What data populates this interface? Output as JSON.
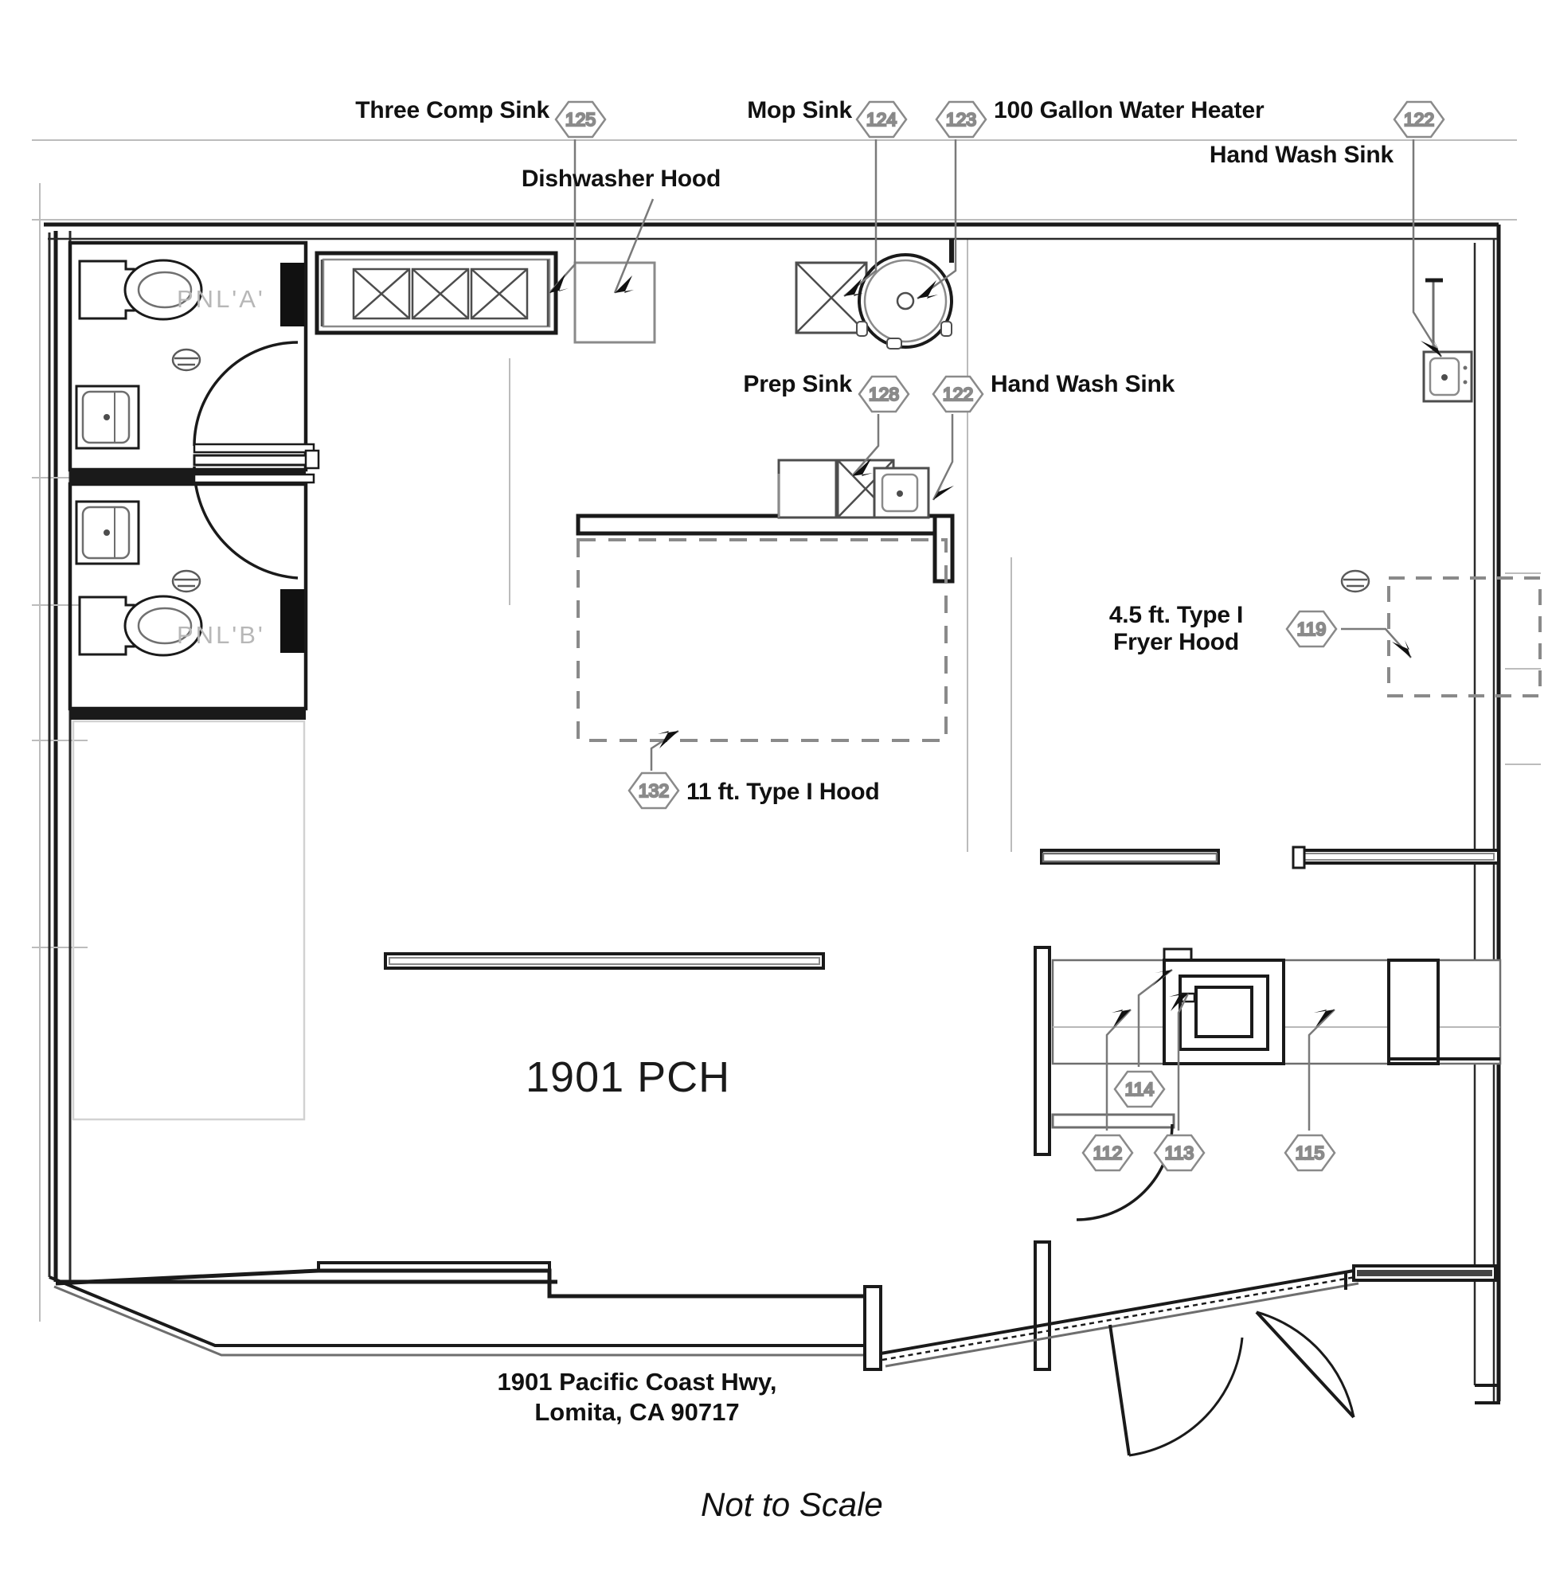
{
  "document": {
    "title": "1901 PCH",
    "room_title": "1901 PCH",
    "scale_note": "Not to Scale",
    "address_line1": "1901 Pacific Coast Hwy,",
    "address_line2": "Lomita, CA 90717"
  },
  "colors": {
    "line": "#1a1a1a",
    "thin_line": "#6e6e6e",
    "label_text": "#111111",
    "panel_text": "#b7b7b7",
    "hex_stroke": "#8a8a8a",
    "background": "#ffffff"
  },
  "panels": [
    {
      "id": "pnl-a",
      "label": "PNL'A'"
    },
    {
      "id": "pnl-b",
      "label": "PNL'B'"
    }
  ],
  "callouts": [
    {
      "id": "three-comp-sink",
      "label": "Three Comp Sink",
      "tag": "125"
    },
    {
      "id": "dishwasher-hood",
      "label": "Dishwasher Hood",
      "tag": ""
    },
    {
      "id": "mop-sink",
      "label": "Mop Sink",
      "tag": "124"
    },
    {
      "id": "water-heater",
      "label": "100 Gallon Water Heater",
      "tag": "123"
    },
    {
      "id": "hand-wash-sink-right",
      "label": "Hand Wash Sink",
      "tag": "122"
    },
    {
      "id": "prep-sink",
      "label": "Prep Sink",
      "tag": "128"
    },
    {
      "id": "hand-wash-sink-mid",
      "label": "Hand Wash Sink",
      "tag": "122"
    },
    {
      "id": "fryer-hood",
      "label": "4.5 ft. Type I\nFryer Hood",
      "tag": "119"
    },
    {
      "id": "type-i-hood",
      "label": "11 ft. Type I Hood",
      "tag": "132"
    }
  ],
  "bare_tags": [
    {
      "id": "tag-112",
      "tag": "112"
    },
    {
      "id": "tag-113",
      "tag": "113"
    },
    {
      "id": "tag-114",
      "tag": "114"
    },
    {
      "id": "tag-115",
      "tag": "115"
    }
  ]
}
